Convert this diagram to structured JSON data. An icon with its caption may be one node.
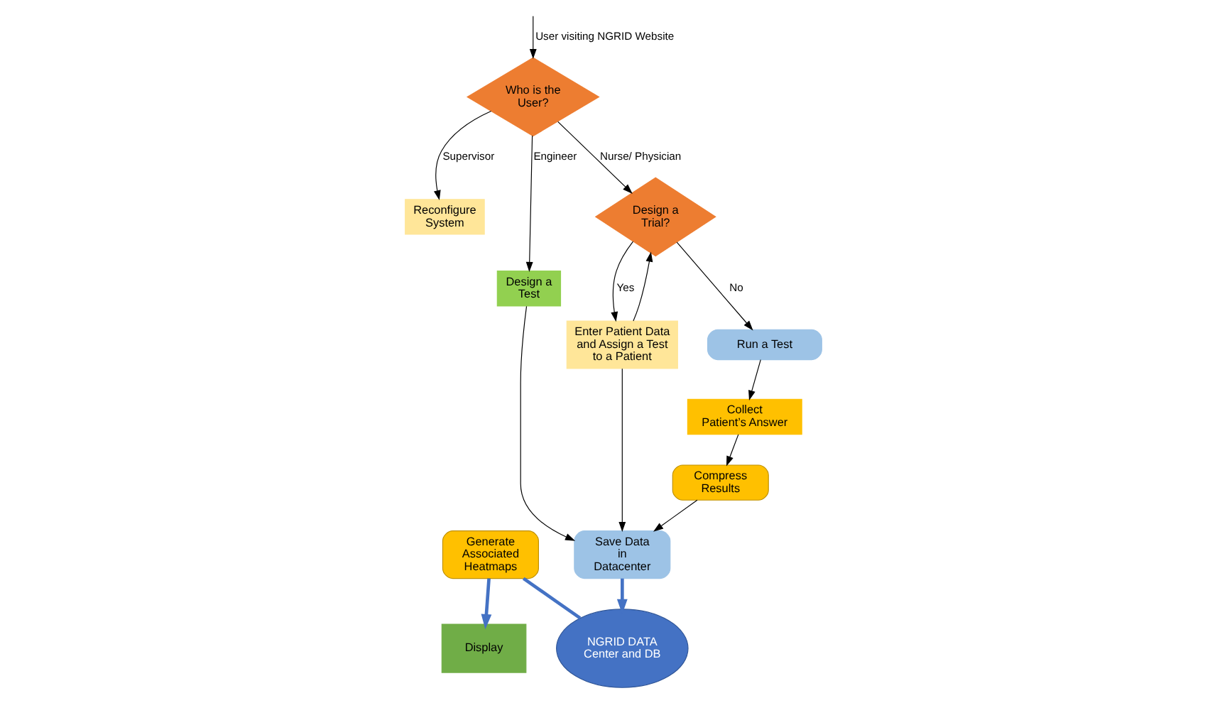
{
  "diagram": {
    "nodes": [
      {
        "text": [
          "NGRID DATA Center and DB"
        ]
      },
      {
        "text": [
          "Reconfigure System"
        ]
      },
      {
        "text": [
          "Who is the User?"
        ]
      },
      {
        "text": [
          "Design a Test"
        ]
      },
      {
        "text": [
          "Display"
        ]
      },
      {
        "text": [
          "Run a Test"
        ]
      },
      {
        "text": [
          "Design a Trial?"
        ]
      },
      {
        "text": [
          "Generate Associated Heatmaps"
        ]
      },
      {
        "text": [
          "Collect Patient’s Answer"
        ]
      },
      {
        "text": [
          "Enter Patient Data and Assign a Test to a Patient"
        ]
      },
      {
        "text": [
          "Compress Results"
        ]
      },
      {
        "text": [
          "Save Data in Datacenter"
        ]
      }
    ],
    "edges": [
      {
        "from": null,
        "to": 2,
        "arrow": "to",
        "label": "User visiting NGRID Website"
      },
      {
        "from": 2,
        "to": 1,
        "arrow": "to",
        "label": "Supervisor"
      },
      {
        "from": 2,
        "to": 3,
        "arrow": "to",
        "label": "Engineer"
      },
      {
        "from": 2,
        "to": 6,
        "arrow": "to",
        "label": "Nurse/ Physician"
      },
      {
        "from": 6,
        "to": 5,
        "arrow": "to",
        "label": "No"
      },
      {
        "from": 6,
        "to": 9,
        "arrow": "to",
        "label": "Yes"
      },
      {
        "from": 9,
        "to": 6,
        "arrow": "to"
      },
      {
        "from": 9,
        "to": 11,
        "arrow": "to"
      },
      {
        "from": 5,
        "to": 8,
        "arrow": "to"
      },
      {
        "from": 8,
        "to": 10,
        "arrow": "to"
      },
      {
        "from": 10,
        "to": 11,
        "arrow": "to"
      },
      {
        "from": 3,
        "to": 11,
        "arrow": "to"
      },
      {
        "from": 7,
        "to": 4,
        "arrow": "to",
        "style": "thick",
        "color": "#4472c4"
      },
      {
        "from": 7,
        "to": 0,
        "arrow": "none",
        "style": "thick",
        "color": "#4472c4"
      },
      {
        "from": 11,
        "to": 0,
        "arrow": "to",
        "style": "thick",
        "color": "#4472c4"
      }
    ]
  }
}
